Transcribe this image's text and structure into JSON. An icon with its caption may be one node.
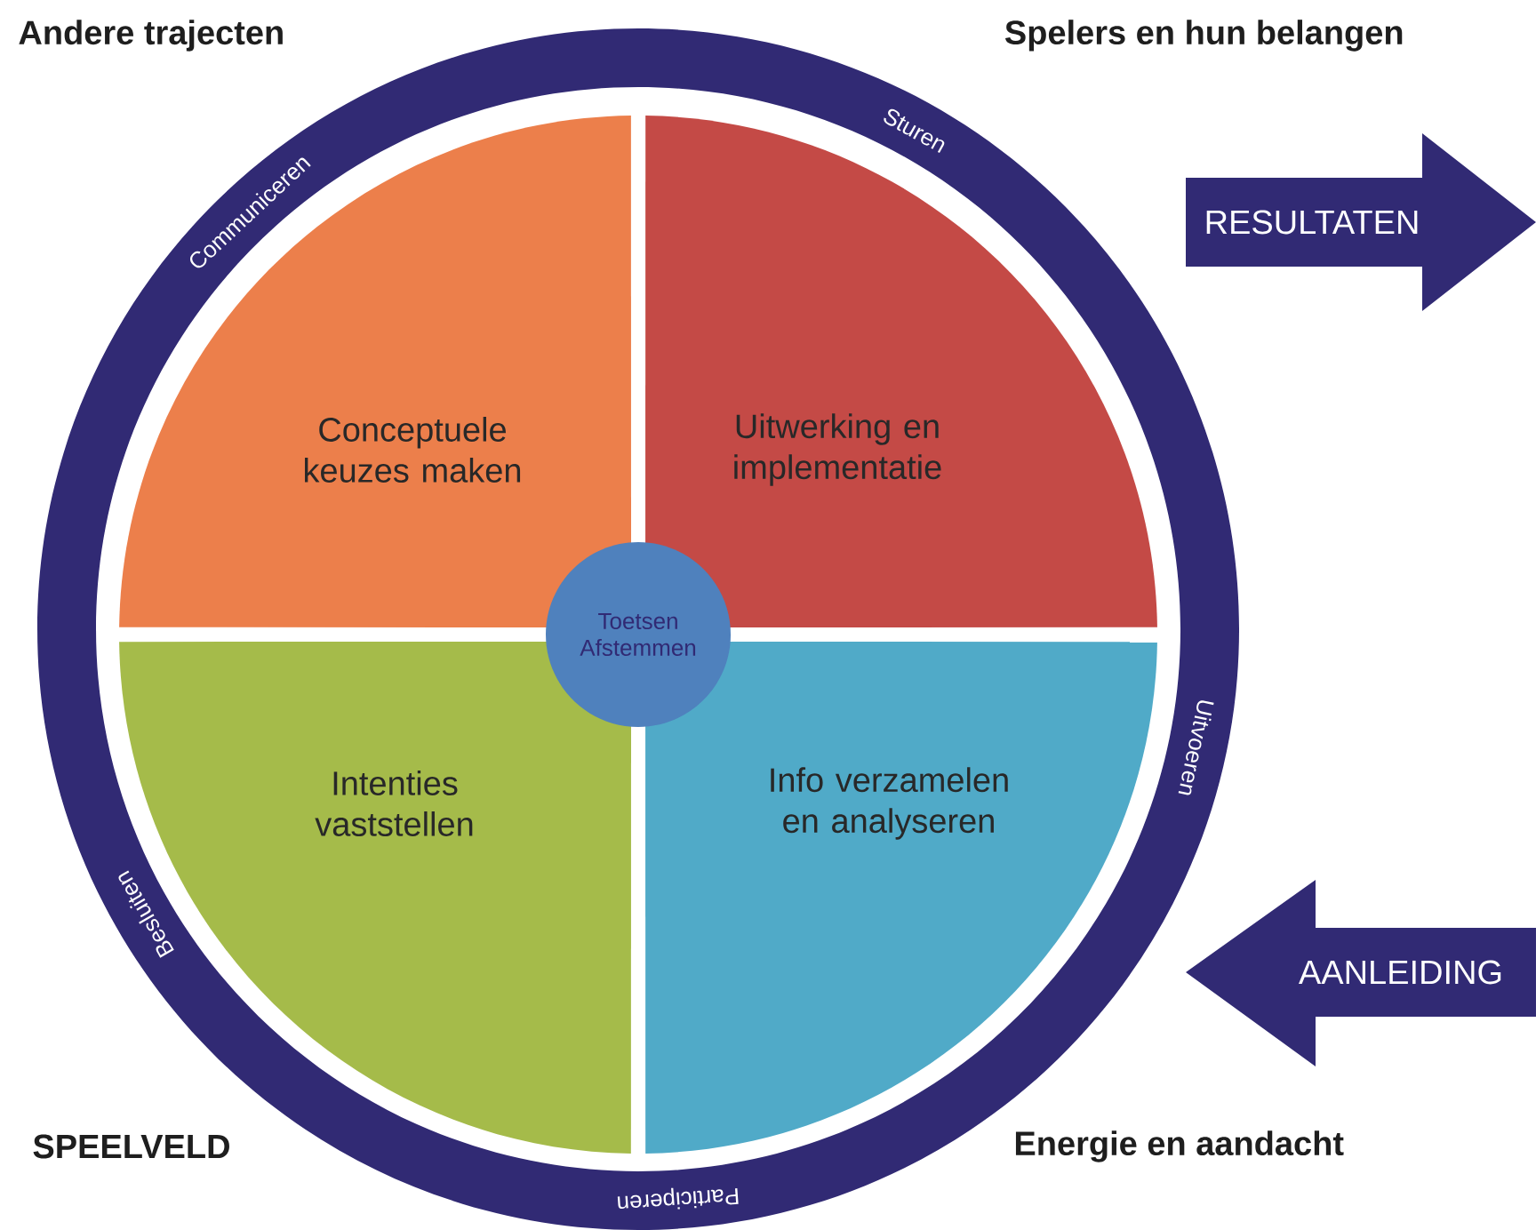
{
  "diagram": {
    "nodes": [
      {
        "text": [
          "Sturen",
          "Uitvoeren",
          "Participeren",
          "Besluiten",
          "Communiceren"
        ]
      },
      {
        "text": [
          "Conceptuele keuzes maken"
        ],
        "in": 0
      },
      {
        "text": [
          "Uitwerking en implementatie"
        ],
        "in": 0
      },
      {
        "text": [
          "Intenties vaststellen"
        ],
        "in": 0
      },
      {
        "text": [
          "Info verzamelen en analyseren"
        ],
        "in": 0
      },
      {
        "text": [
          "Toetsen Afstemmen"
        ],
        "in": 0
      },
      {
        "text": [
          "RESULTATEN"
        ]
      },
      {
        "text": [
          "AANLEIDING"
        ]
      }
    ],
    "edges": [],
    "labels": [
      "Andere trajecten",
      "Spelers en hun belangen",
      "SPEELVELD",
      "Energie en aandacht"
    ]
  }
}
